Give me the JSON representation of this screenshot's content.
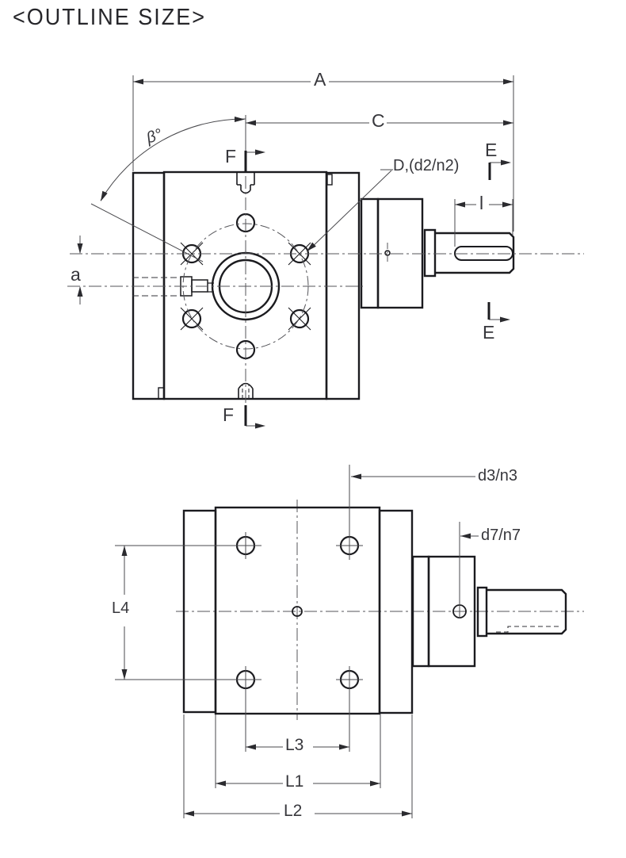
{
  "labels": {
    "title": "<OUTLINE SIZE>",
    "dim_A": "A",
    "dim_C": "C",
    "angle_beta": "β°",
    "section_F": "F",
    "section_E": "E",
    "dim_a": "a",
    "dim_l": "l",
    "leader_D": "D,(d2/n2)",
    "leader_d3": "d3/n3",
    "leader_d7": "d7/n7",
    "dim_L1": "L1",
    "dim_L2": "L2",
    "dim_L3": "L3",
    "dim_L4": "L4"
  },
  "colors": {
    "object_line": "#1b1b1f",
    "thin_line": "#4a4a4e",
    "centerline": "#55555a",
    "text": "#37373c",
    "background": "#ffffff"
  }
}
